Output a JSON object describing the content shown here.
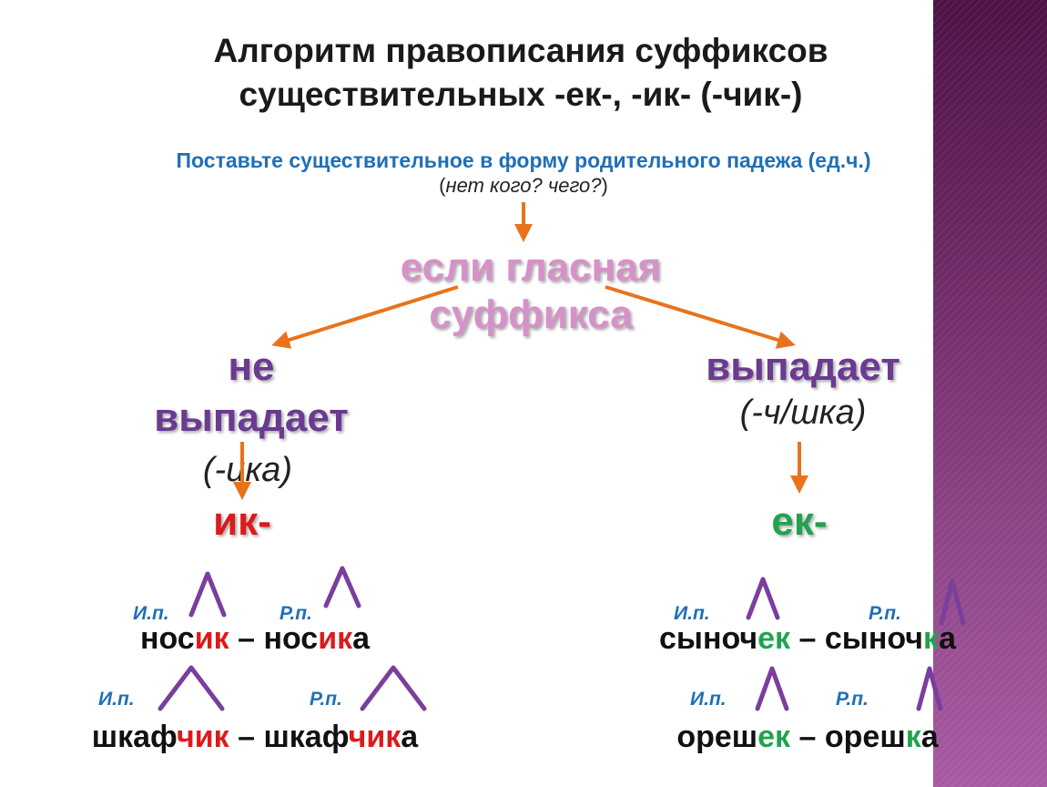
{
  "title_line1": "Алгоритм правописания суффиксов",
  "title_line2": "существительных -ек-, -ик- (-чик-)",
  "instruction": "Поставьте существительное в форму родительного падежа (ед.ч.)",
  "question": {
    "open": "(",
    "text": "нет кого? чего?",
    "close": ")"
  },
  "condition_line1": "если гласная",
  "condition_line2": "суффикса",
  "left_branch": {
    "line1": "не",
    "line2": "выпадает",
    "ending": "(-ика)",
    "suffix": "ик-"
  },
  "right_branch": {
    "line1": "выпадает",
    "ending": "(-ч/шка)",
    "suffix": "ек-"
  },
  "labels": {
    "nominative": "И.п.",
    "genitive": "Р.п."
  },
  "examples_left": [
    {
      "nom_stem": "нос",
      "nom_suffix": "ик",
      "dash": " – ",
      "gen_stem": "нос",
      "gen_suffix": "ик",
      "gen_end": "а"
    },
    {
      "nom_stem": "шкаф",
      "nom_suffix": "чик",
      "dash": " – ",
      "gen_stem": "шкаф",
      "gen_suffix": "чик",
      "gen_end": "а"
    }
  ],
  "examples_right": [
    {
      "nom_stem": "сыноч",
      "nom_suffix": "ек",
      "dash": " – ",
      "gen_stem": "сыноч",
      "gen_suffix": "к",
      "gen_end": "а"
    },
    {
      "nom_stem": "ореш",
      "nom_suffix": "ек",
      "dash": " – ",
      "gen_stem": "ореш",
      "gen_suffix": "к",
      "gen_end": "а"
    }
  ],
  "colors": {
    "arrow": "#e8731c",
    "suffix_mark": "#7a3e9d",
    "left_suffix": "#dd1a1a",
    "right_suffix": "#22a24e",
    "label": "#1f6fb8",
    "panel": "#6e2a66"
  }
}
